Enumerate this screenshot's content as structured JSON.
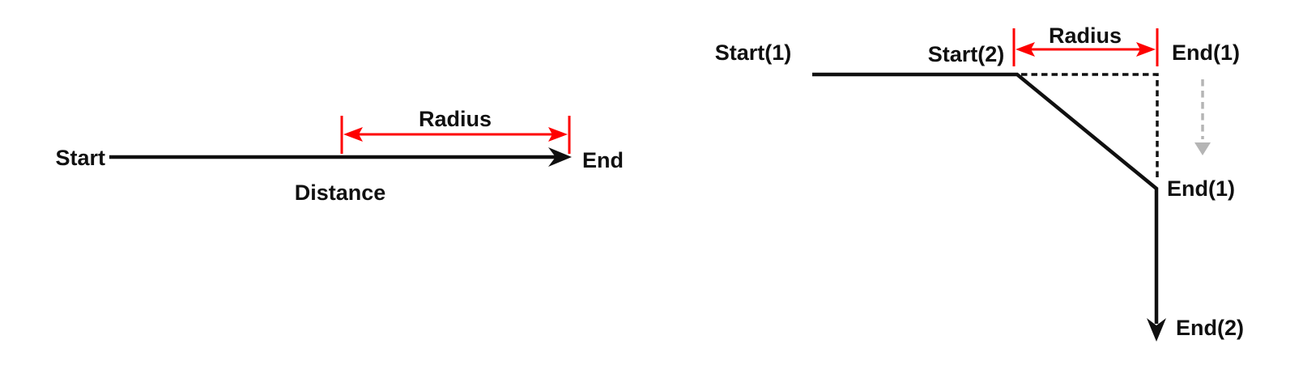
{
  "figure": {
    "left": {
      "start_label": "Start",
      "end_label": "End",
      "distance_label": "Distance",
      "radius_label": "Radius"
    },
    "right": {
      "start1_label": "Start(1)",
      "start2_label": "Start(2)",
      "radius_label": "Radius",
      "end1_ghost_label": "End(1)",
      "end1_label": "End(1)",
      "end2_label": "End(2)"
    }
  },
  "colors": {
    "ink": "#101010",
    "red": "#fe0000",
    "gray_text": "#9a9a9a",
    "gray_arrow": "#b5b5b5",
    "background": "#ffffff"
  }
}
